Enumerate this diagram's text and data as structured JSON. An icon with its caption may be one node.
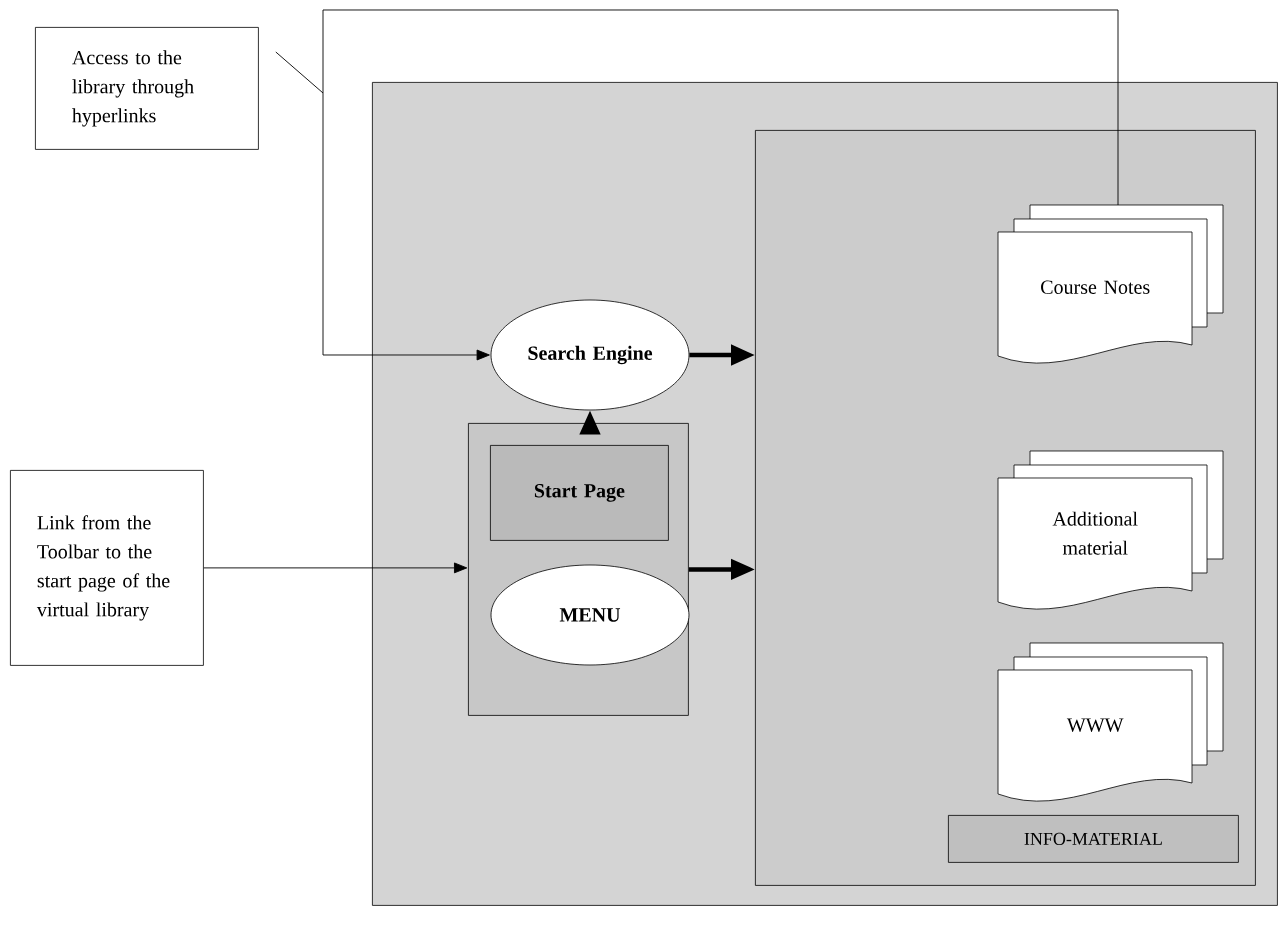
{
  "diagram": {
    "nodes": [
      {
        "text": [
          "Access to the library through hyperlinks"
        ]
      },
      {
        "text": [],
        "shape": "box"
      },
      {
        "text": [
          "Search Engine"
        ],
        "in": 1
      },
      {
        "text": [],
        "shape": "box",
        "in": 1
      },
      {
        "text": [
          "Start Page"
        ],
        "in": 3
      },
      {
        "text": [
          "MENU"
        ],
        "in": 3
      },
      {
        "text": [],
        "shape": "box",
        "in": 1
      },
      {
        "text": [
          "Course Notes"
        ],
        "in": 6
      },
      {
        "text": [
          "Additional material"
        ],
        "in": 6
      },
      {
        "text": [
          "WWW"
        ],
        "in": 6
      },
      {
        "text": [
          "INFO-MATERIAL"
        ],
        "in": 6
      },
      {
        "text": [
          "Link from the Toolbar to the start page of the virtual library"
        ]
      }
    ],
    "edges": [
      {
        "from": 7,
        "to": 2,
        "arrow": "to"
      },
      {
        "from": 0,
        "to": null,
        "arrow": "none"
      },
      {
        "from": 11,
        "to": 3,
        "arrow": "to"
      },
      {
        "from": 3,
        "to": 2,
        "arrow": "to",
        "style": "thick"
      },
      {
        "from": 2,
        "to": 6,
        "arrow": "to",
        "style": "thick"
      },
      {
        "from": 3,
        "to": 6,
        "arrow": "to",
        "style": "thick"
      }
    ]
  }
}
